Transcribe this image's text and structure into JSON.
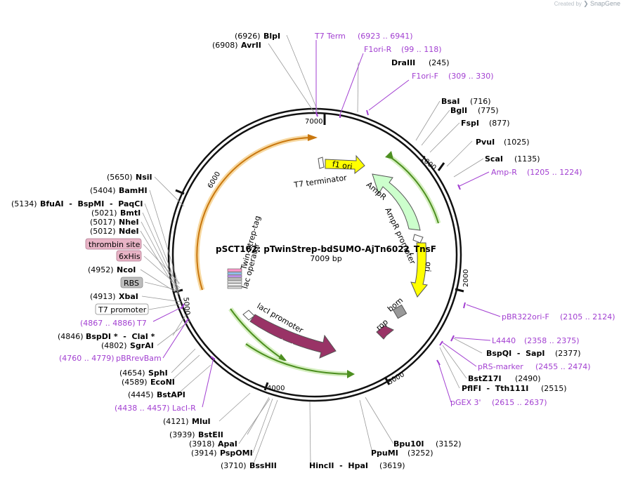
{
  "watermark": {
    "prefix": "Created by",
    "brand": "SnapGene"
  },
  "plasmid": {
    "name": "pSCT162: pTwinStrep-bdSUMO-AjTn6022_TnsF",
    "length_label": "7009 bp",
    "length": 7009
  },
  "colors": {
    "primer": "#a23fd1",
    "feature_ampr": "#ccffcc",
    "feature_ori": "#ffff00",
    "feature_laci": "#993366",
    "orf_arrow": "#7fc24a",
    "orf_orange": "#d88b1a"
  },
  "ticks": [
    "1000",
    "2000",
    "3000",
    "4000",
    "5000",
    "6000",
    "7000"
  ],
  "enzymes_left": [
    {
      "pos": "(6926)",
      "name": "BlpI"
    },
    {
      "pos": "(6908)",
      "name": "AvrII"
    },
    {
      "pos": "(5650)",
      "name": "NsiI"
    },
    {
      "pos": "(5404)",
      "name": "BamHI"
    },
    {
      "pos": "(5134)",
      "name": "BfuAI  -  BspMI  -  PaqCI"
    },
    {
      "pos": "(5021)",
      "name": "BmtI"
    },
    {
      "pos": "(5017)",
      "name": "NheI"
    },
    {
      "pos": "(5012)",
      "name": "NdeI"
    },
    {
      "pos": "(4952)",
      "name": "NcoI"
    },
    {
      "pos": "(4913)",
      "name": "XbaI"
    },
    {
      "pos": "(4846)",
      "name": "BspDI *  -  ClaI *"
    },
    {
      "pos": "(4802)",
      "name": "SgrAI"
    },
    {
      "pos": "(4654)",
      "name": "SphI"
    },
    {
      "pos": "(4589)",
      "name": "EcoNI"
    },
    {
      "pos": "(4445)",
      "name": "BstAPI"
    },
    {
      "pos": "(4121)",
      "name": "MluI"
    },
    {
      "pos": "(3939)",
      "name": "BstEII"
    },
    {
      "pos": "(3918)",
      "name": "ApaI"
    },
    {
      "pos": "(3914)",
      "name": "PspOMI"
    },
    {
      "pos": "(3710)",
      "name": "BssHII"
    },
    {
      "pos": "(3619)",
      "name": "HincII  -  HpaI"
    }
  ],
  "enzymes_right": [
    {
      "name": "DraIII",
      "pos": "(245)"
    },
    {
      "name": "BsaI",
      "pos": "(716)"
    },
    {
      "name": "BglI",
      "pos": "(775)"
    },
    {
      "name": "FspI",
      "pos": "(877)"
    },
    {
      "name": "PvuI",
      "pos": "(1025)"
    },
    {
      "name": "ScaI",
      "pos": "(1135)"
    },
    {
      "name": "BspQI  -  SapI",
      "pos": "(2377)"
    },
    {
      "name": "BstZ17I",
      "pos": "(2490)"
    },
    {
      "name": "PflFI  -  Tth111I",
      "pos": "(2515)"
    },
    {
      "name": "Bpu10I",
      "pos": "(3152)"
    },
    {
      "name": "PpuMI",
      "pos": "(3252)"
    }
  ],
  "primers": [
    {
      "name": "T7 Term",
      "range": "(6923 .. 6941)"
    },
    {
      "name": "F1ori-R",
      "range": "(99 .. 118)"
    },
    {
      "name": "F1ori-F",
      "range": "(309 .. 330)"
    },
    {
      "name": "Amp-R",
      "range": "(1205 .. 1224)"
    },
    {
      "name": "pBR322ori-F",
      "range": "(2105 .. 2124)"
    },
    {
      "name": "L4440",
      "range": "(2358 .. 2375)"
    },
    {
      "name": "pRS-marker",
      "range": "(2455 .. 2474)"
    },
    {
      "name": "pGEX 3'",
      "range": "(2615 .. 2637)"
    },
    {
      "name": "T7",
      "range": "(4867 .. 4886)"
    },
    {
      "name": "pBRrevBam",
      "range": "(4760 .. 4779)"
    },
    {
      "name": "LacI-R",
      "range": "(4438 .. 4457)"
    }
  ],
  "feature_boxes": [
    "thrombin site",
    "6xHis",
    "RBS",
    "T7 promoter"
  ],
  "features": {
    "f1_ori": "f1 ori",
    "ampr": "AmpR",
    "ampr_promoter": "AmpR promoter",
    "ori": "ori",
    "rop": "rop",
    "bom": "bom",
    "laci": "lacI",
    "laci_promoter": "lacI promoter",
    "lac_operator": "lac operator",
    "twin_strep_tag": "Twin-Strep-tag",
    "t7_terminator": "T7 terminator"
  }
}
